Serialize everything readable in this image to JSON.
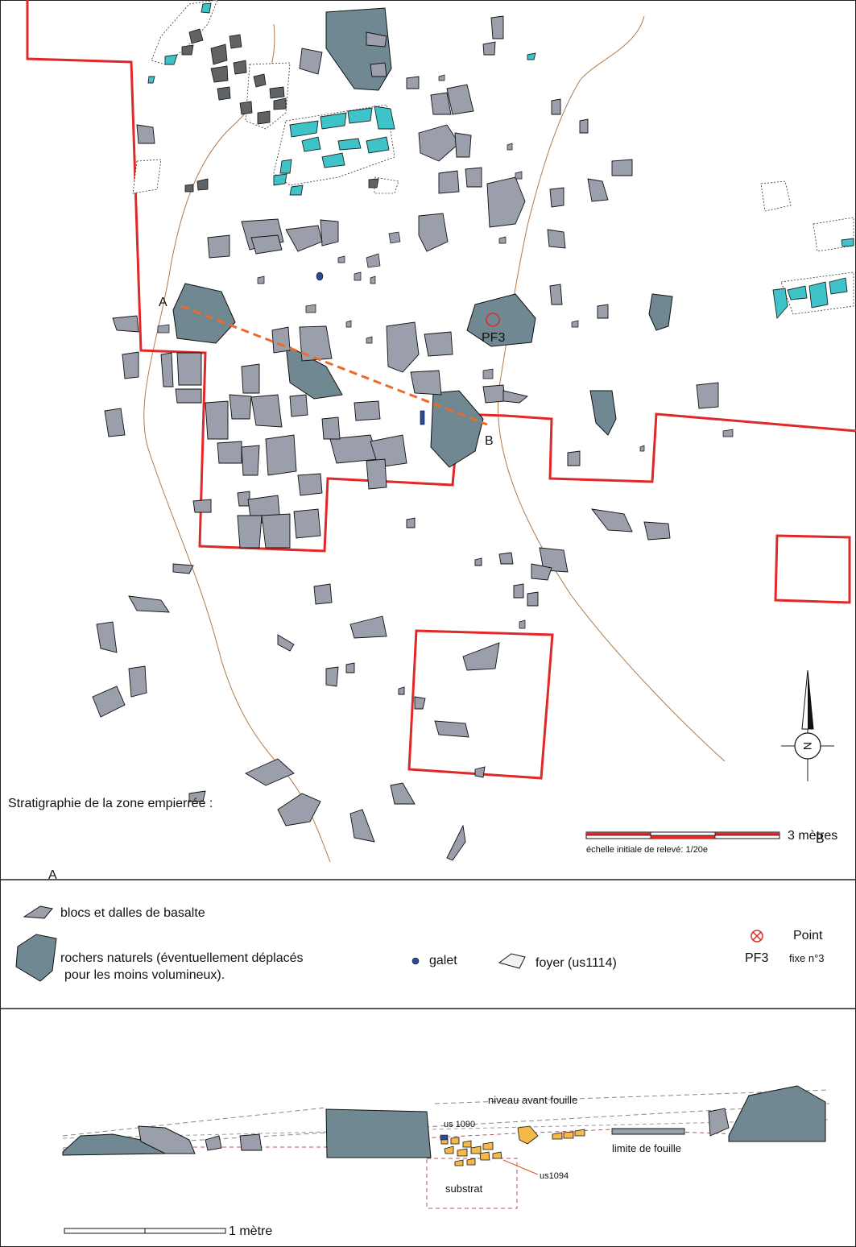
{
  "map": {
    "section_a_label": "A",
    "section_b_label": "B",
    "fixed_point_label": "PF3",
    "north_symbol": "N",
    "scale_label": "3 mètres",
    "scale_note": "échelle initiale de relevé: 1/20e",
    "colors": {
      "basalt_block": "#9a9fab",
      "natural_rock": "#6f8891",
      "dark_stone": "#5f6366",
      "turquoise_slab": "#3ec4c8",
      "pebble": "#2b4a9a",
      "excavation_limit": "#e02828",
      "section_line": "#ef6a2a",
      "contour": "#b07a4a",
      "hearth_fill": "#f5b94a"
    }
  },
  "legend": {
    "basalt": "blocs et dalles de basalte",
    "natural_rocks_line1": "rochers naturels (éventuellement déplacés",
    "natural_rocks_line2": "pour les moins volumineux).",
    "pebble": "galet",
    "hearth": "foyer (us1114)",
    "fixed_point_title": "Point",
    "fixed_point_code": "PF3",
    "fixed_point_desc": "fixe n°3"
  },
  "strat": {
    "title": "Stratigraphie de la zone empierrée :",
    "label_a": "A",
    "label_b": "B",
    "niveau": "niveau avant fouille",
    "us1090": "us 1090",
    "us1094": "us1094",
    "limite": "limite de fouille",
    "substrat": "substrat",
    "scale_label": "1 mètre"
  }
}
